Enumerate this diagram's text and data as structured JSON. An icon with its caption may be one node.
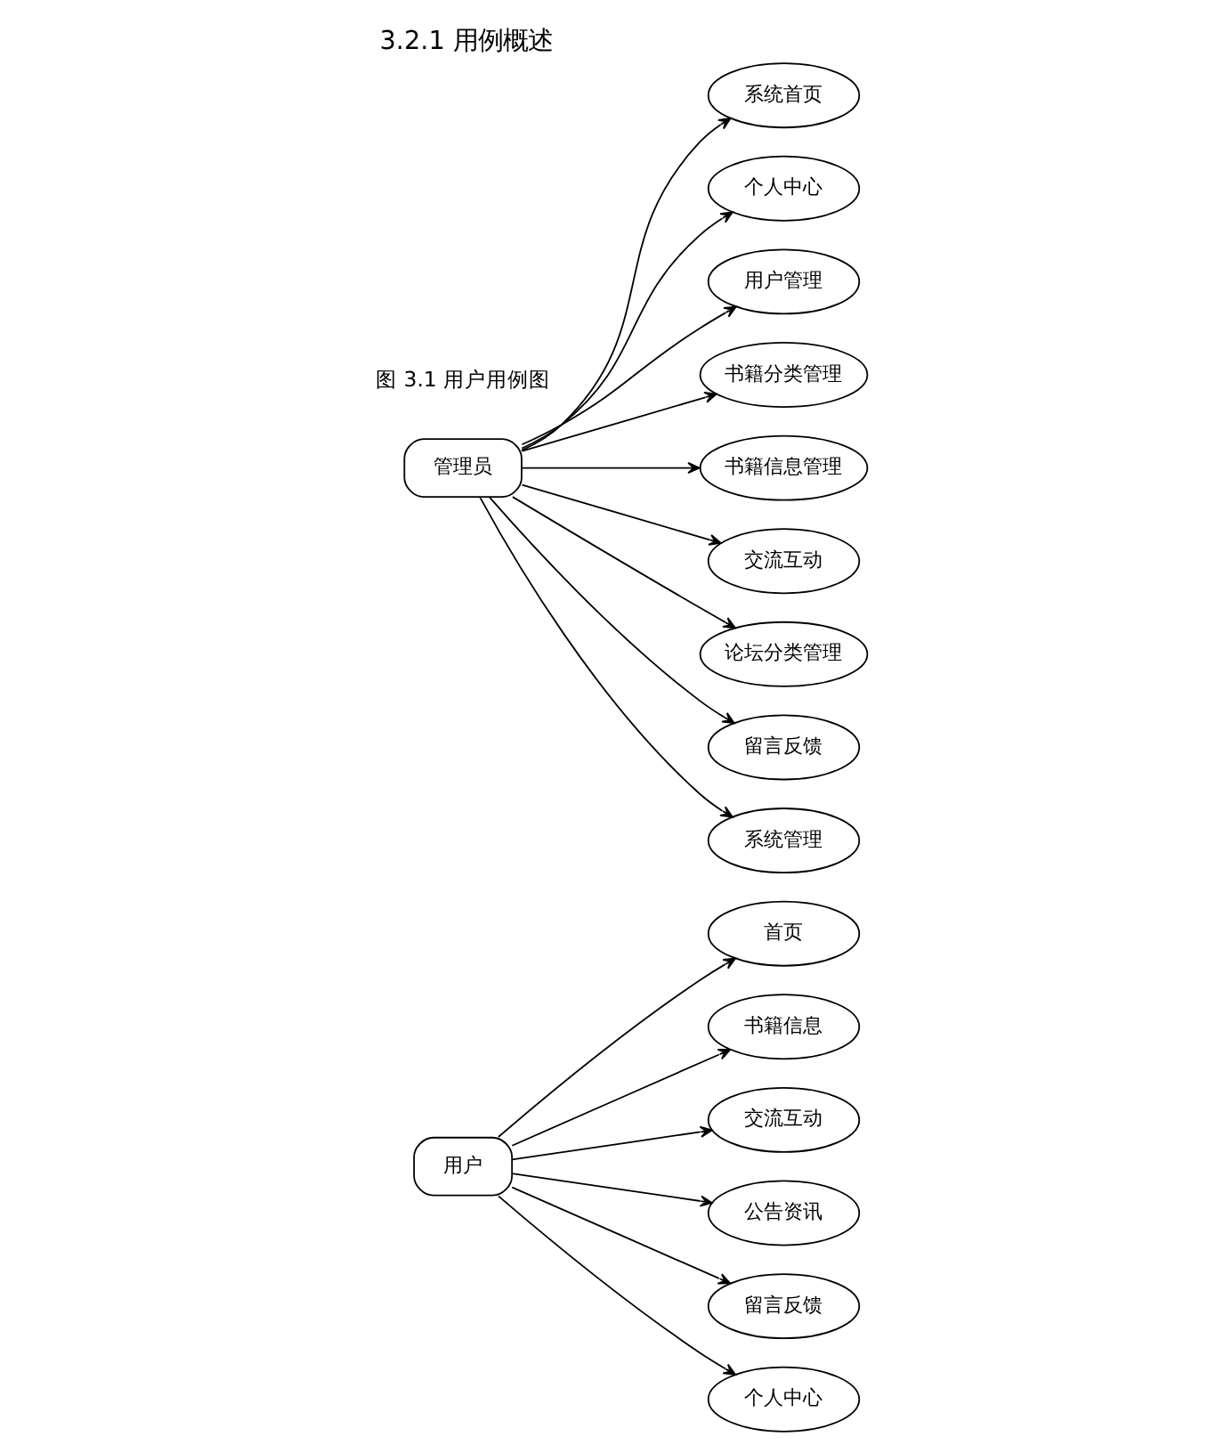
{
  "diagram": {
    "title": "3.2.1 用例概述",
    "caption": "图 3.1 用户用例图",
    "nodes": [
      {
        "text": [
          "用户"
        ]
      },
      {
        "text": [
          "首页"
        ]
      },
      {
        "text": [
          "书籍信息"
        ]
      },
      {
        "text": [
          "交流互动"
        ]
      },
      {
        "text": [
          "公告资讯"
        ]
      },
      {
        "text": [
          "留言反馈"
        ]
      },
      {
        "text": [
          "个人中心"
        ]
      },
      {
        "text": [
          "管理员"
        ]
      },
      {
        "text": [
          "系统首页"
        ]
      },
      {
        "text": [
          "个人中心"
        ]
      },
      {
        "text": [
          "用户管理"
        ]
      },
      {
        "text": [
          "书籍分类管理"
        ]
      },
      {
        "text": [
          "书籍信息管理"
        ]
      },
      {
        "text": [
          "交流互动"
        ]
      },
      {
        "text": [
          "论坛分类管理"
        ]
      },
      {
        "text": [
          "留言反馈"
        ]
      },
      {
        "text": [
          "系统管理"
        ]
      }
    ],
    "edges": [
      {
        "from": 0,
        "to": 1,
        "arrow": "to"
      },
      {
        "from": 0,
        "to": 2,
        "arrow": "to"
      },
      {
        "from": 0,
        "to": 3,
        "arrow": "to"
      },
      {
        "from": 0,
        "to": 4,
        "arrow": "to"
      },
      {
        "from": 0,
        "to": 5,
        "arrow": "to"
      },
      {
        "from": 0,
        "to": 6,
        "arrow": "to"
      },
      {
        "from": 7,
        "to": 8,
        "arrow": "to"
      },
      {
        "from": 7,
        "to": 9,
        "arrow": "to"
      },
      {
        "from": 7,
        "to": 10,
        "arrow": "to"
      },
      {
        "from": 7,
        "to": 11,
        "arrow": "to"
      },
      {
        "from": 7,
        "to": 12,
        "arrow": "to"
      },
      {
        "from": 7,
        "to": 13,
        "arrow": "to"
      },
      {
        "from": 7,
        "to": 14,
        "arrow": "to"
      },
      {
        "from": 7,
        "to": 15,
        "arrow": "to"
      },
      {
        "from": 7,
        "to": 16,
        "arrow": "to"
      }
    ]
  }
}
